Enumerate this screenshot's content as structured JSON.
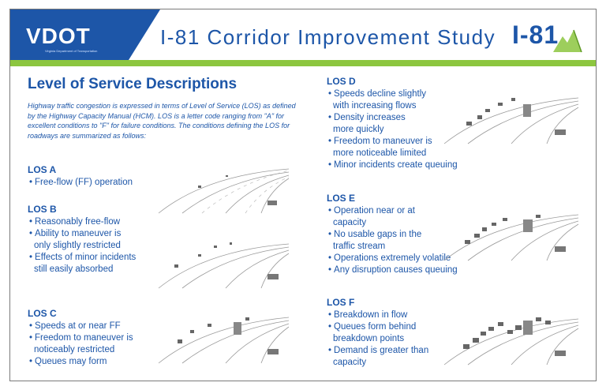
{
  "header": {
    "logo_text": "VDOT",
    "logo_subtext": "Virginia Department of Transportation",
    "title": "I-81 Corridor Improvement Study",
    "badge_text": "I-81"
  },
  "heading": "Level of Service Descriptions",
  "intro": "Highway traffic congestion is expressed in terms of Level of Service (LOS) as defined by the Highway Capacity Manual (HCM). LOS is a letter code ranging from \"A\" for excellent conditions to \"F\" for failure conditions. The conditions defining the LOS for roadways are summarized as follows:",
  "los": [
    {
      "title": "LOS A",
      "items": [
        "Free-flow (FF) operation"
      ]
    },
    {
      "title": "LOS B",
      "items": [
        "Reasonably free-flow",
        "Ability to maneuver is only slightly restricted",
        "Effects of minor incidents still easily absorbed"
      ]
    },
    {
      "title": "LOS C",
      "items": [
        "Speeds at or near FF",
        "Freedom to maneuver is noticeably restricted",
        "Queues may form"
      ]
    },
    {
      "title": "LOS D",
      "items": [
        "Speeds decline slightly with increasing flows",
        "Density increases more quickly",
        "Freedom to maneuver is more noticeable limited",
        "Minor incidents create queuing"
      ]
    },
    {
      "title": "LOS E",
      "items": [
        "Operation near or at capacity",
        "No usable gaps in the traffic stream",
        "Operations extremely volatile",
        "Any disruption causes queuing"
      ]
    },
    {
      "title": "LOS F",
      "items": [
        "Breakdown in flow",
        "Queues form behind breakdown points",
        "Demand is greater than capacity"
      ]
    }
  ],
  "colors": {
    "primary": "#1d56a8",
    "accent": "#8cc63f"
  }
}
